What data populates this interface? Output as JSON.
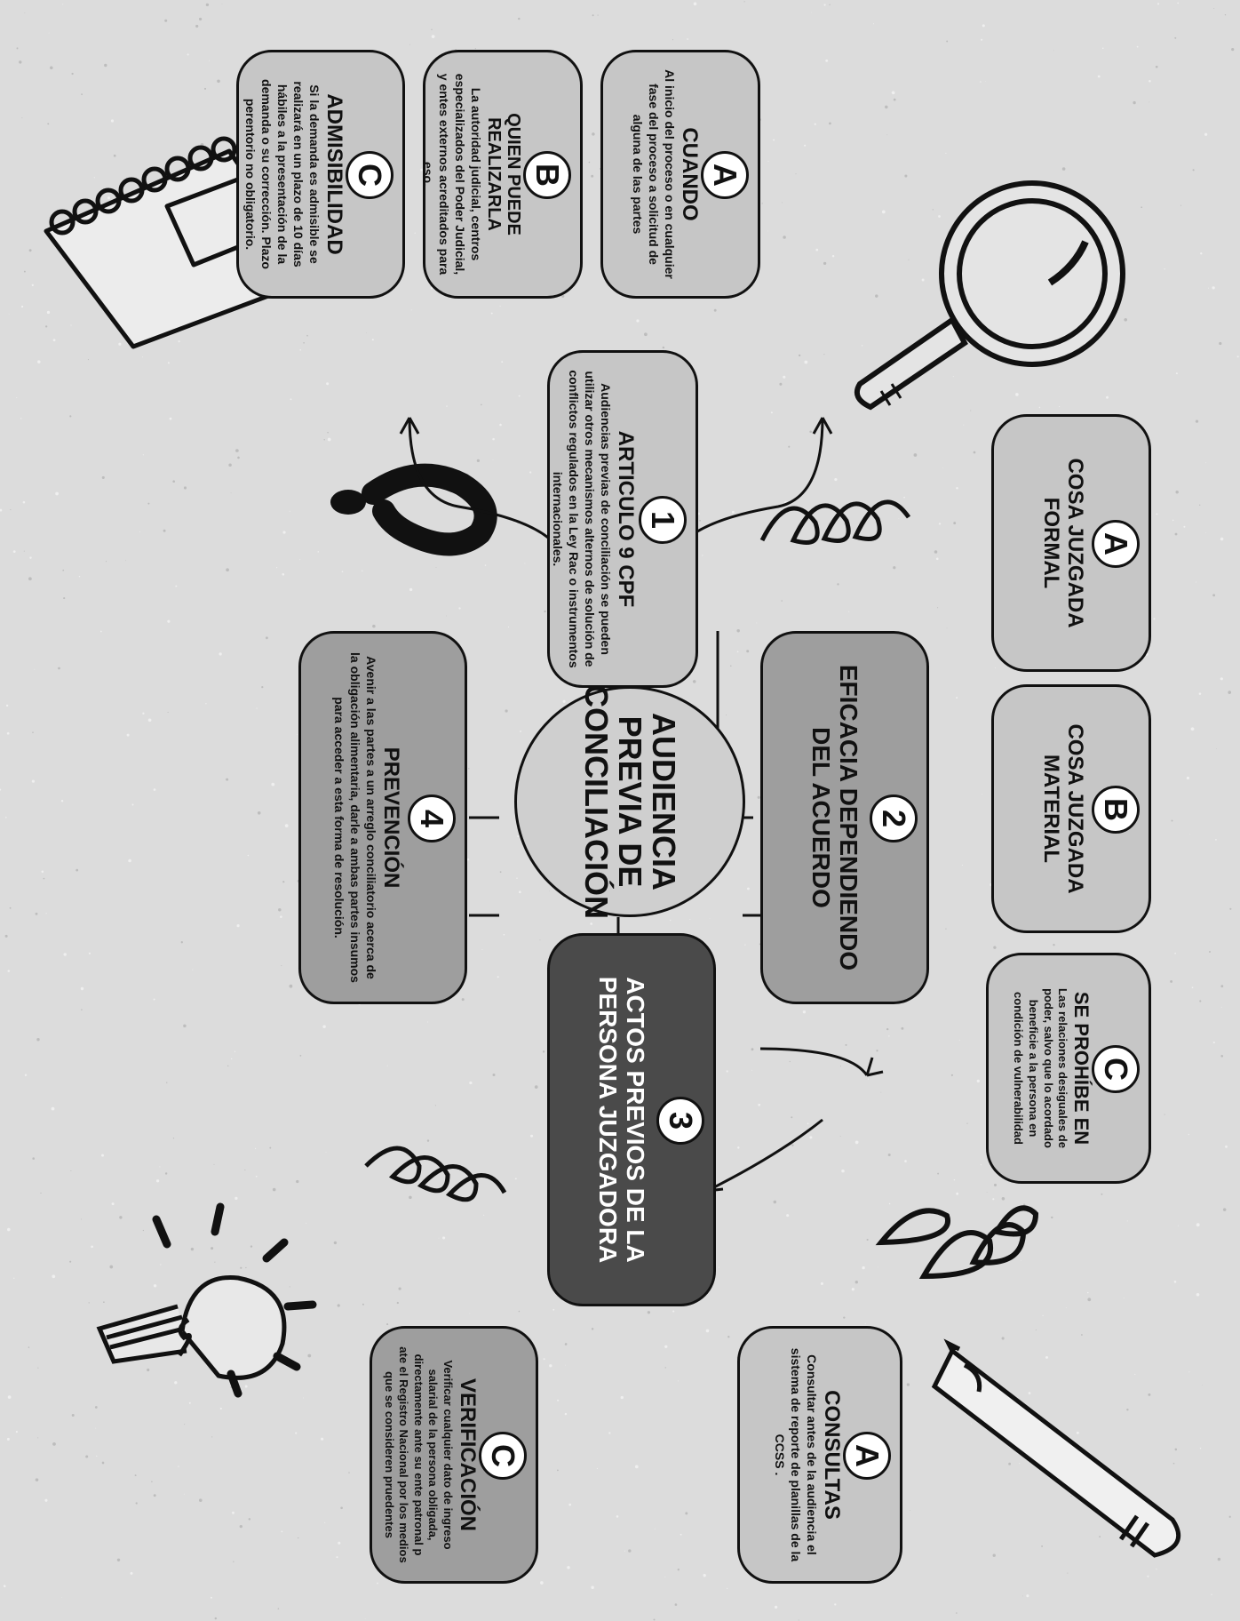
{
  "center": {
    "title": "AUDIENCIA PREVIA DE CONCILIACIÓN"
  },
  "branch1": {
    "number": "1",
    "title": "ARTICULO 9 CPF",
    "text": "Audiencias previas de conciliación se pueden utilizar otros mecanismos alternos de solución de conflictos regulados en la Ley Rac o instrumentos internacionales.",
    "children": [
      {
        "letter": "A",
        "title": "CUANDO",
        "text": "Al inicio del proceso o en cualquier fase del proceso a solicitud de alguna de las partes"
      },
      {
        "letter": "B",
        "title": "QUIEN PUEDE REALIZARLA",
        "text": "La autoridad judicial, centros especializados del Poder Judicial, y entes externos acreditados para eso."
      },
      {
        "letter": "C",
        "title": "ADMISIBILIDAD",
        "text": "Si la demanda es admisible se realizará en un plazo de 10 días hábiles a la presentación de la demanda o su corrección. Plazo perentorio no obligatorio."
      }
    ]
  },
  "branch2": {
    "number": "2",
    "title": "EFICACIA DEPENDIENDO DEL ACUERDO",
    "children": [
      {
        "letter": "A",
        "title": "COSA JUZGADA FORMAL"
      },
      {
        "letter": "B",
        "title": "COSA JUZGADA MATERIAL"
      },
      {
        "letter": "C",
        "title": "SE PROHÍBE EN",
        "text": "Las relaciones desiguales de poder, salvo que lo acordado beneficie a la persona en condición de vulnerabilidad"
      }
    ]
  },
  "branch3": {
    "number": "3",
    "title": "ACTOS PREVIOS DE LA PERSONA JUZGADORA",
    "children": [
      {
        "letter": "A",
        "title": "CONSULTAS",
        "text": "Consultar antes de la audiencia el sistema de reporte de planillas de la CCSS ."
      },
      {
        "letter": "C",
        "title": "VERIFICACIÓN",
        "text": "Verificar cualquier dato de ingreso salarial de la persona obligada, directamente ante su ente patronal p ate el Registro Nacional por los medios que se consideren pruedentes"
      }
    ]
  },
  "branch4": {
    "number": "4",
    "title": "PREVENCIÓN",
    "text": "Avenir a las partes a un arreglo conciliatorio acerca de la obligación alimentaria, darle a ambas partes insumos para acceder a esta forma de resolución."
  },
  "icons": [
    "notebook-icon",
    "magnifier-icon",
    "question-mark-icon",
    "spring-icon",
    "lightbulb-icon",
    "pencil-icon",
    "splash-icon"
  ],
  "colors": {
    "background": "#dcdcdc",
    "light": "#c6c6c6",
    "mid": "#9e9e9e",
    "dark": "#4a4a4a",
    "ink": "#111111"
  }
}
